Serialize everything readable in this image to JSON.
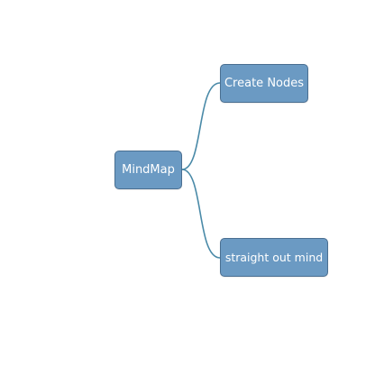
{
  "colors": {
    "node_fill": "#6b9ac3",
    "node_border": "#4a6f91",
    "node_text": "#ffffff",
    "connector": "#4a8aa8",
    "background": "#ffffff"
  },
  "root": {
    "label": "MindMap"
  },
  "children": [
    {
      "label": "Create Nodes"
    },
    {
      "label": "straight out mind"
    }
  ]
}
